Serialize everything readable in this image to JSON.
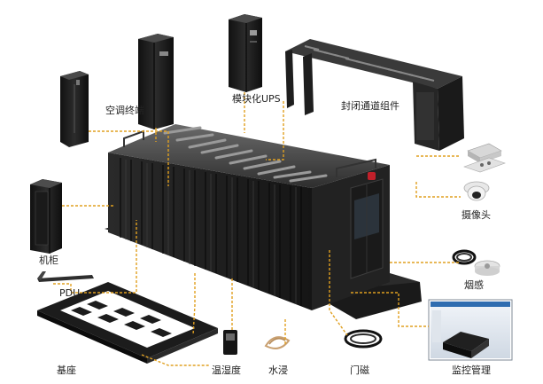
{
  "labels": {
    "ac": "空调终端",
    "ups": "模块化UPS",
    "channel": "封闭通道组件",
    "cabinet": "机柜",
    "camera": "摄像头",
    "smoke": "烟感",
    "pdu": "PDU",
    "base": "基座",
    "temp": "温湿度",
    "water": "水浸",
    "door": "门磁",
    "monitor": "监控管理"
  },
  "colors": {
    "leader": "#e0a020",
    "equipment": "#1c1c1c",
    "equipment_light": "#3a3a3a",
    "accent_red": "#c0202a"
  }
}
